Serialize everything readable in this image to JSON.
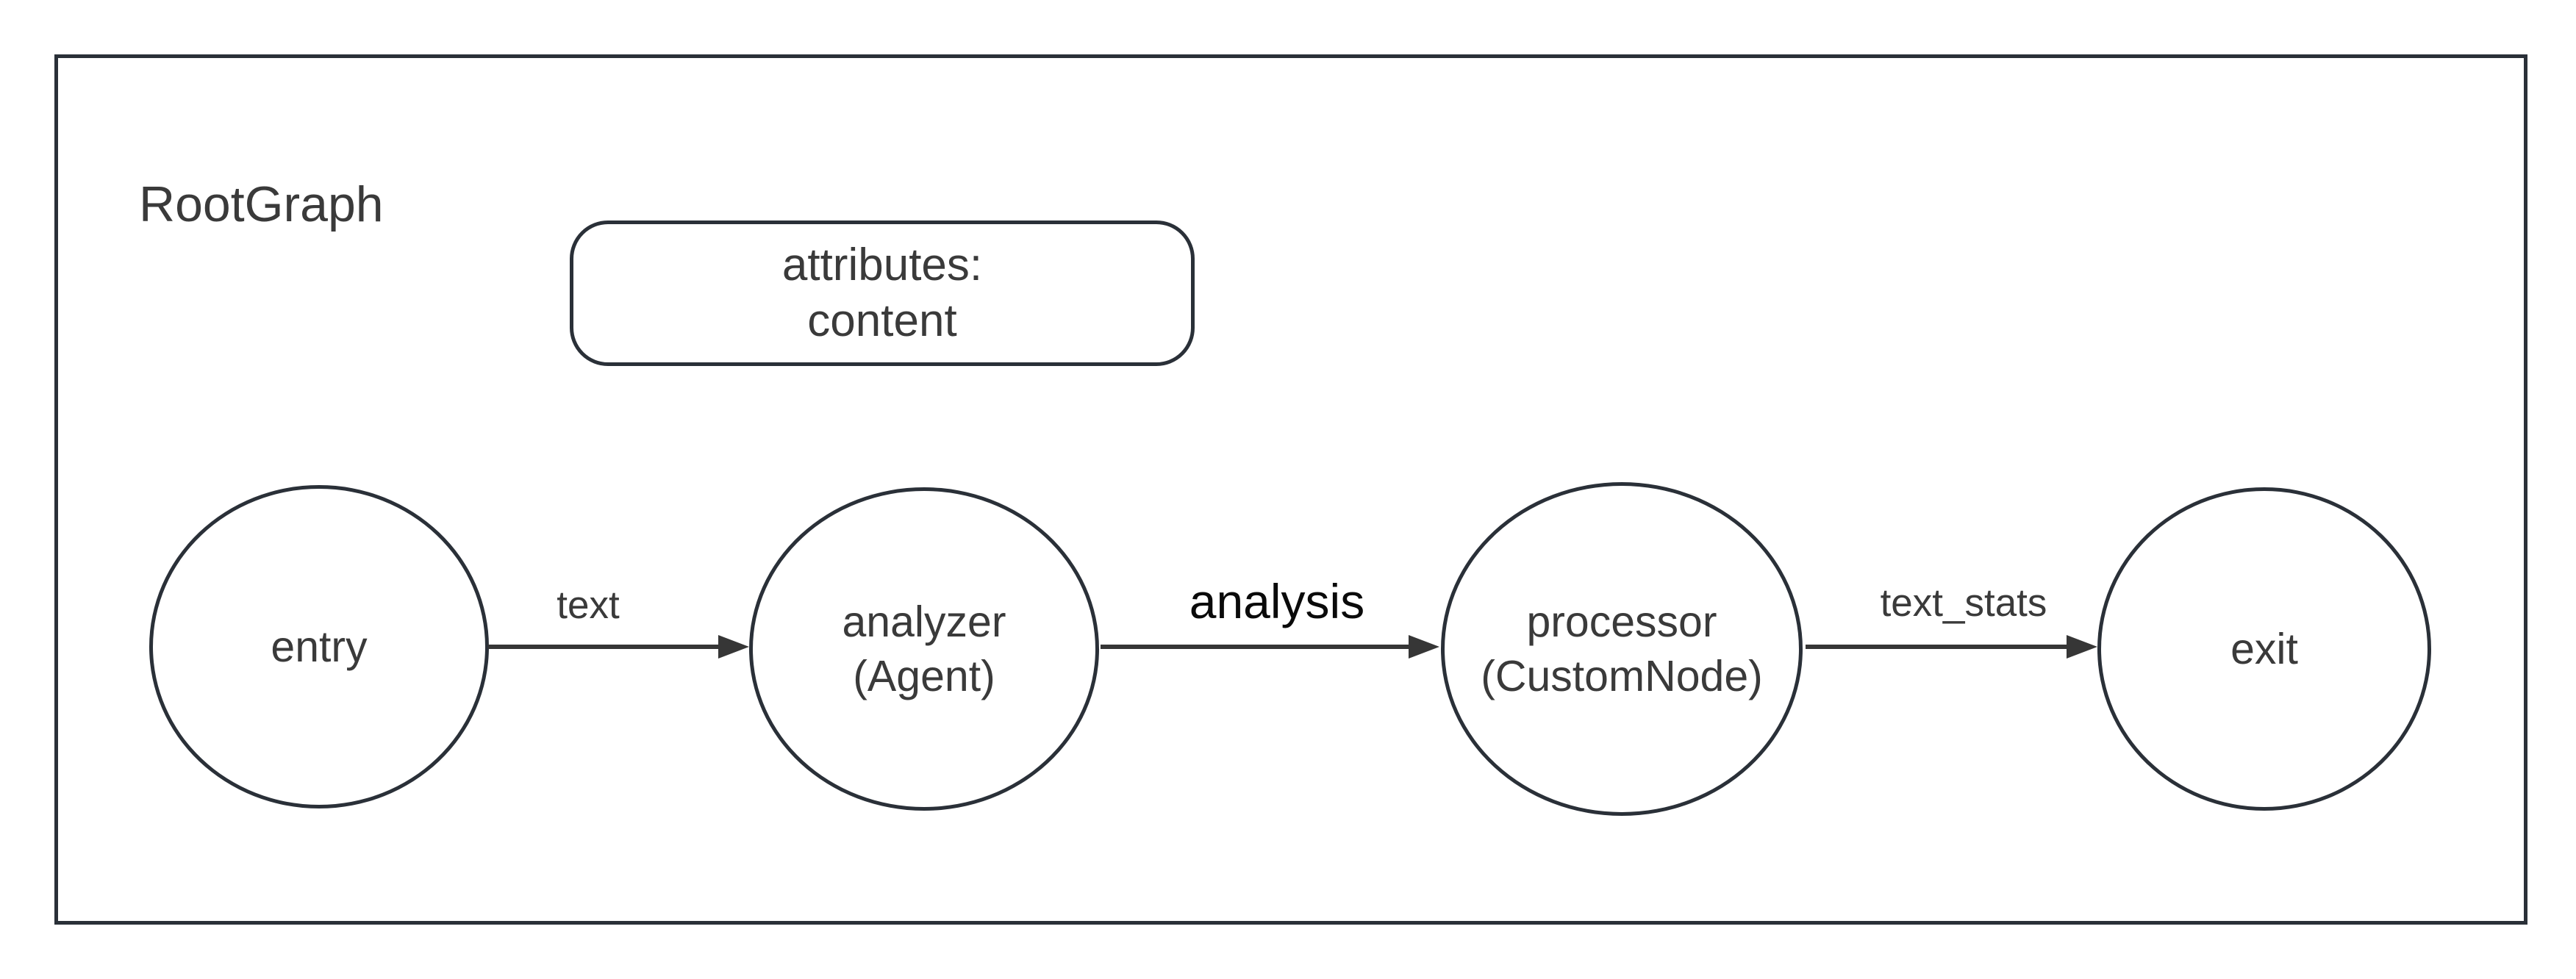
{
  "diagram": {
    "root_label": "RootGraph",
    "attributes_node": {
      "title": "attributes:",
      "value": "content"
    },
    "nodes": [
      {
        "id": "entry",
        "label": "entry",
        "sublabel": ""
      },
      {
        "id": "analyzer",
        "label": "analyzer",
        "sublabel": "(Agent)"
      },
      {
        "id": "processor",
        "label": "processor",
        "sublabel": "(CustomNode)"
      },
      {
        "id": "exit",
        "label": "exit",
        "sublabel": ""
      }
    ],
    "edges": [
      {
        "from": "entry",
        "to": "analyzer",
        "label": "text"
      },
      {
        "from": "analyzer",
        "to": "processor",
        "label": "analysis"
      },
      {
        "from": "processor",
        "to": "exit",
        "label": "text_stats"
      }
    ],
    "colors": {
      "node_stroke": "#2a3038",
      "arrow": "#363636",
      "text": "#3a3a3a",
      "emphasis_label_text": "#0a0a0a",
      "background": "#ffffff"
    }
  }
}
